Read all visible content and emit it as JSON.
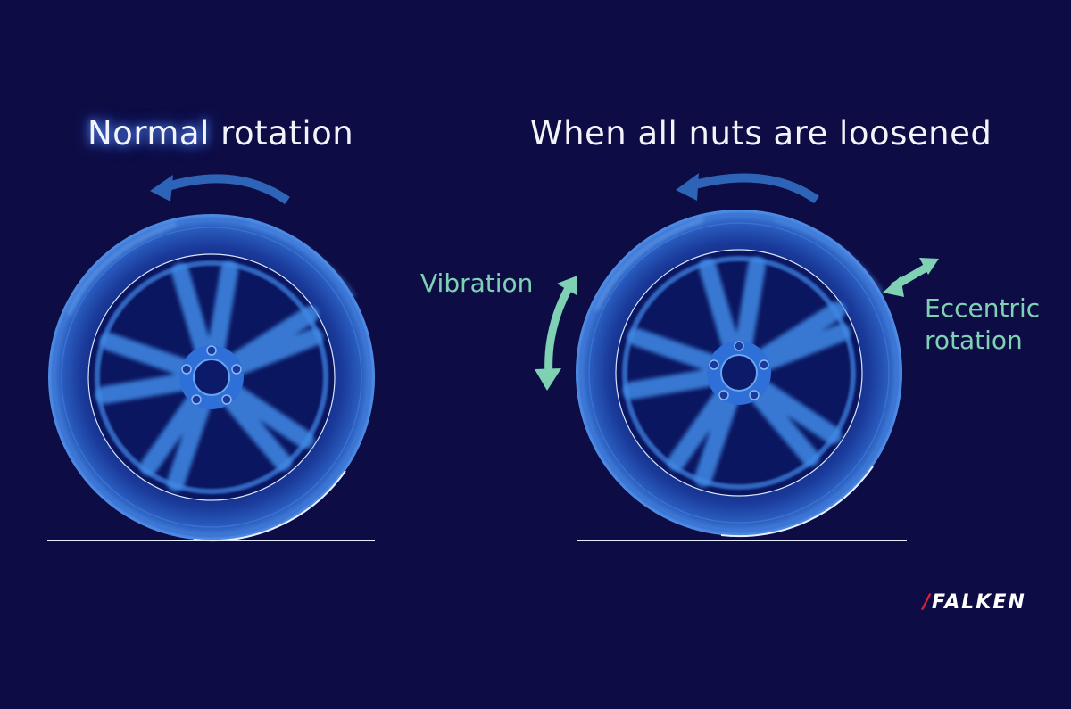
{
  "panels": {
    "left": {
      "title_highlight": "Normal",
      "title_rest": " rotation",
      "rotation_arrow": "counterclockwise-arrow"
    },
    "right": {
      "title": "When all nuts are loosened",
      "rotation_arrow": "counterclockwise-arrow",
      "annotations": {
        "vibration": "Vibration",
        "eccentric_line1": "Eccentric",
        "eccentric_line2": "rotation"
      }
    }
  },
  "brand": {
    "logo_text": "FALKEN"
  },
  "colors": {
    "background": "#0d0c45",
    "wheel_blue": "#3f8ae6",
    "arrow_blue": "#2e64b8",
    "annotation_green": "#7fd1b4",
    "title_white": "#f3f4fa",
    "logo_red": "#e0203a"
  }
}
